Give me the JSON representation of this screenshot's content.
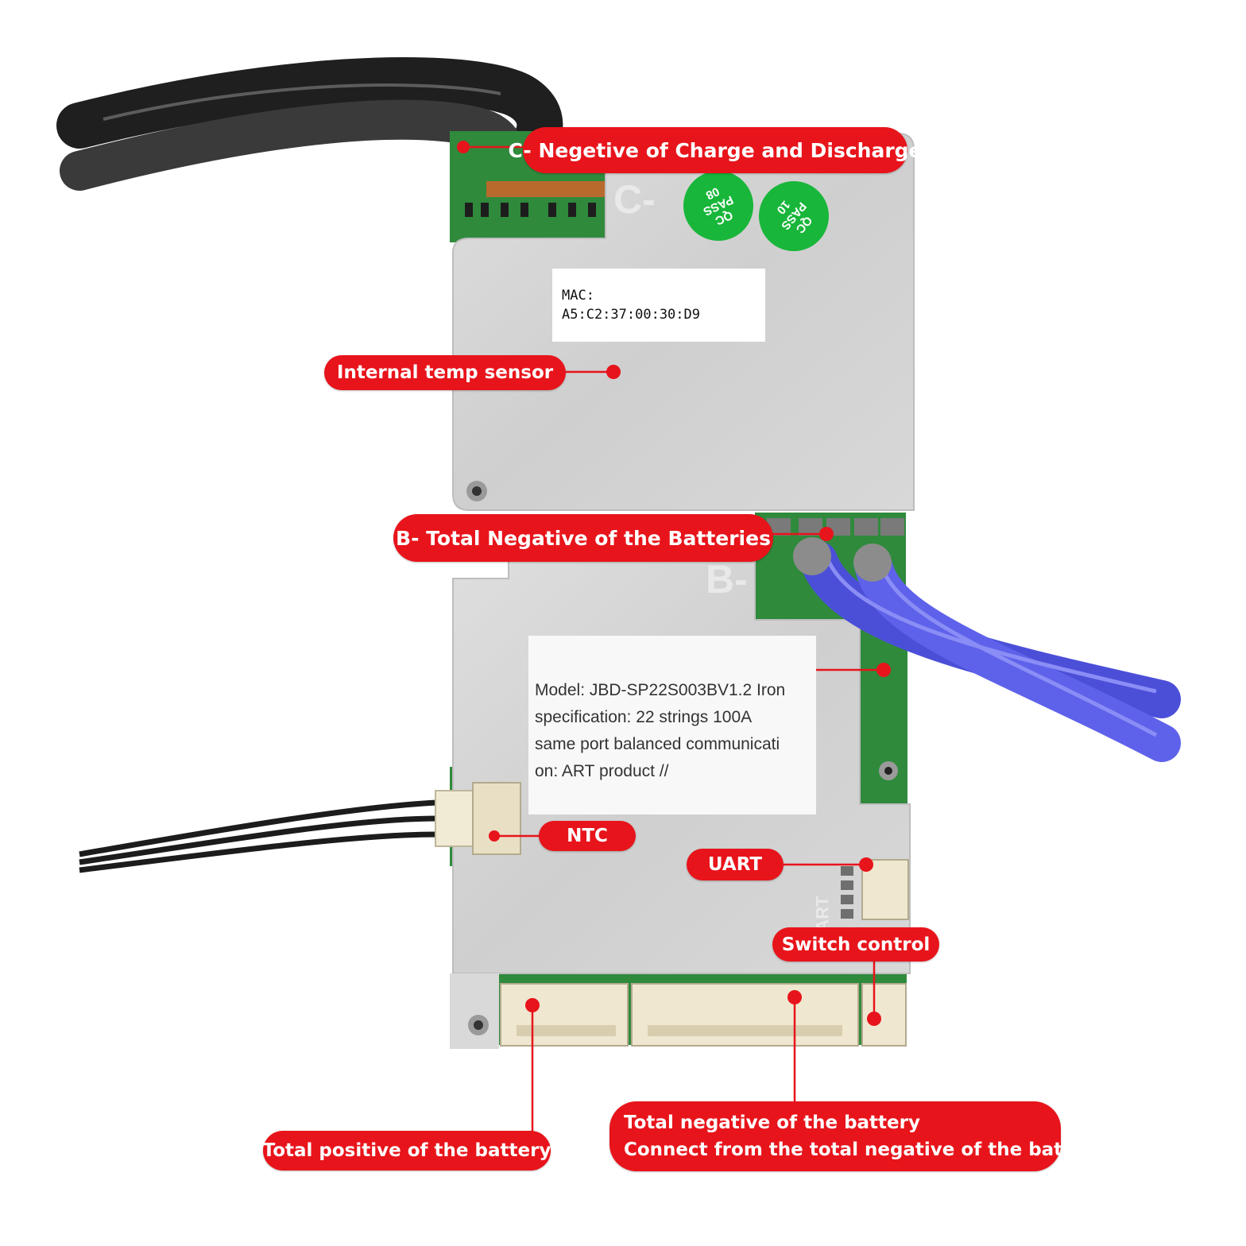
{
  "callouts": {
    "c_negative": "C- Negetive of Charge and Discharge",
    "internal_temp": "Internal temp sensor",
    "b_negative": "B- Total Negative of the Batteries",
    "ntc": "NTC",
    "uart": "UART",
    "switch_control": "Switch control",
    "total_positive": "Total positive of the battery",
    "total_negative_line1": "Total negative of the battery",
    "total_negative_line2": "Connect from the total negative of the battery"
  },
  "mac_label": {
    "line1": "MAC:",
    "line2": "A5:C2:37:00:30:D9"
  },
  "spec_label": {
    "line1": "Model: JBD-SP22S003BV1.2 Iron",
    "line2": "specification: 22 strings 100A",
    "line3": "same port balanced communicati",
    "line4": "on: ART product //"
  },
  "board_marks": {
    "c_minus": "C-",
    "b_minus": "B-",
    "uart_silk": "UART"
  },
  "qc_stickers": [
    {
      "line1": "QC",
      "line2": "PASS",
      "line3": "08"
    },
    {
      "line1": "QC",
      "line2": "PASS",
      "line3": "10"
    }
  ],
  "colors": {
    "callout": "#e8141b",
    "board": "#d6d6d6",
    "pcb": "#2f8a3c",
    "blue_cable": "#5a5ee6",
    "black_cable": "#2b2b2b"
  }
}
